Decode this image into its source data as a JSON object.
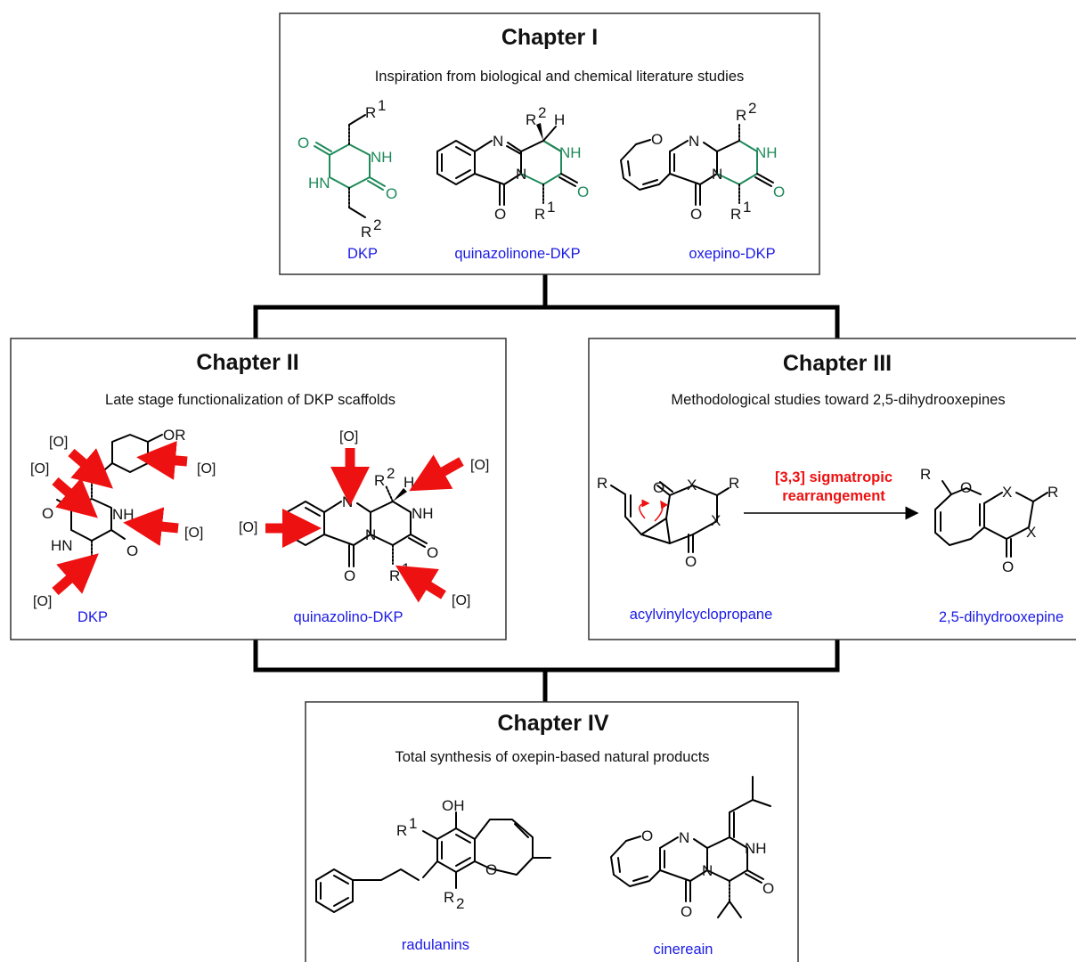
{
  "chapters": {
    "one": {
      "title": "Chapter I",
      "subtitle": "Inspiration from biological and chemical literature studies",
      "captions": [
        "DKP",
        "quinazolinone-DKP",
        "oxepino-DKP"
      ]
    },
    "two": {
      "title": "Chapter II",
      "subtitle": "Late stage functionalization of DKP scaffolds",
      "captions": [
        "DKP",
        "quinazolino-DKP"
      ],
      "oxidation_label": "[O]"
    },
    "three": {
      "title": "Chapter III",
      "subtitle": "Methodological studies toward 2,5-dihydrooxepines",
      "captions": [
        "acylvinylcyclopropane",
        "2,5-dihydrooxepine"
      ],
      "reaction_label_1": "[3,3] sigmatropic",
      "reaction_label_2": "rearrangement"
    },
    "four": {
      "title": "Chapter IV",
      "subtitle": "Total synthesis of oxepin-based natural products",
      "captions": [
        "radulanins",
        "cinereain"
      ]
    }
  },
  "colors": {
    "caption": "#1a1ae6",
    "highlight_ring": "#1e8a5a",
    "arrows": "#ee1111"
  }
}
